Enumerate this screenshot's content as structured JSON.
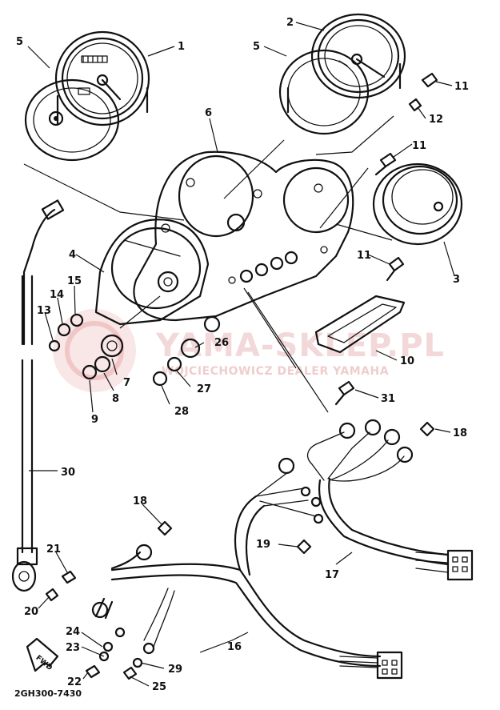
{
  "diagram": {
    "reference_code": "2GH300-7430",
    "fwd_label": "FWD",
    "watermark": {
      "main": "YAMA-SKLEP.PL",
      "sub": "WOJCIECHOWICZ DEALER YAMAHA"
    },
    "callouts": [
      {
        "id": "1",
        "label": "1"
      },
      {
        "id": "2",
        "label": "2"
      },
      {
        "id": "3",
        "label": "3"
      },
      {
        "id": "4",
        "label": "4"
      },
      {
        "id": "5a",
        "label": "5"
      },
      {
        "id": "5b",
        "label": "5"
      },
      {
        "id": "6",
        "label": "6"
      },
      {
        "id": "7",
        "label": "7"
      },
      {
        "id": "8",
        "label": "8"
      },
      {
        "id": "9",
        "label": "9"
      },
      {
        "id": "10",
        "label": "10"
      },
      {
        "id": "11a",
        "label": "11"
      },
      {
        "id": "11b",
        "label": "11"
      },
      {
        "id": "11c",
        "label": "11"
      },
      {
        "id": "12",
        "label": "12"
      },
      {
        "id": "13",
        "label": "13"
      },
      {
        "id": "14",
        "label": "14"
      },
      {
        "id": "15",
        "label": "15"
      },
      {
        "id": "16",
        "label": "16"
      },
      {
        "id": "17",
        "label": "17"
      },
      {
        "id": "18a",
        "label": "18"
      },
      {
        "id": "18b",
        "label": "18"
      },
      {
        "id": "19",
        "label": "19"
      },
      {
        "id": "20",
        "label": "20"
      },
      {
        "id": "21",
        "label": "21"
      },
      {
        "id": "22",
        "label": "22"
      },
      {
        "id": "23",
        "label": "23"
      },
      {
        "id": "24",
        "label": "24"
      },
      {
        "id": "25",
        "label": "25"
      },
      {
        "id": "26",
        "label": "26"
      },
      {
        "id": "27",
        "label": "27"
      },
      {
        "id": "28",
        "label": "28"
      },
      {
        "id": "29",
        "label": "29"
      },
      {
        "id": "30",
        "label": "30"
      },
      {
        "id": "31",
        "label": "31"
      }
    ]
  }
}
